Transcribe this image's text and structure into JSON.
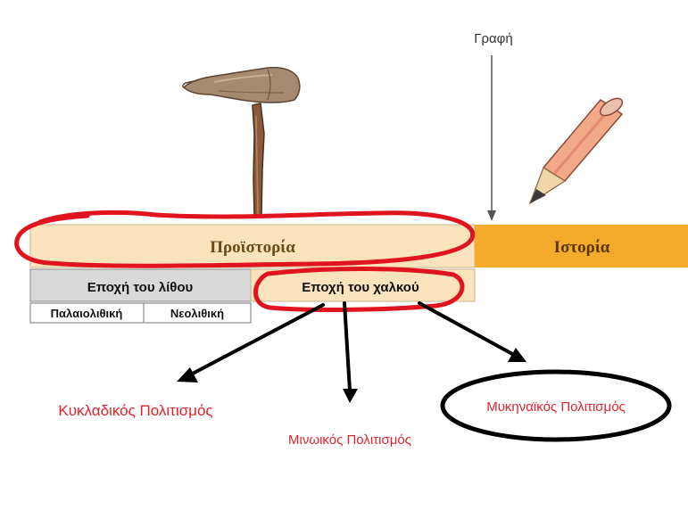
{
  "writing_label": "Γραφή",
  "prehistory_label": "Προϊστορία",
  "history_label": "Ιστορία",
  "stone_age_label": "Εποχή του λίθου",
  "bronze_age_label": "Εποχή του χαλκού",
  "paleolithic_label": "Παλαιολιθική",
  "neolithic_label": "Νεολιθική",
  "cycladic_label": "Κυκλαδικός Πολιτισμός",
  "minoan_label": "Μινωικός Πολιτισμός",
  "mycenaean_label": "Μυκηναϊκός Πολιτισμός",
  "colors": {
    "prehistory_fill": "#fbe3be",
    "history_fill": "#f5ab2a",
    "stone_age_fill": "#d9d9d9",
    "annotation_red": "#e0141e",
    "civilization_text": "#e3242b"
  },
  "icons": [
    "stone-axe-icon",
    "pencil-icon"
  ]
}
